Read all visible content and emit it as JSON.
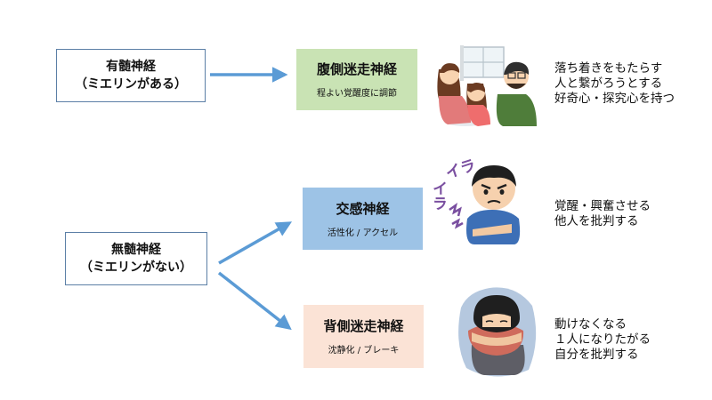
{
  "nodes": {
    "myelinated": {
      "title": "有髄神経",
      "subtitle": "（ミエリンがある）"
    },
    "unmyelinated": {
      "title": "無髄神経",
      "subtitle": "（ミエリンがない）"
    },
    "ventral_vagal": {
      "title": "腹側迷走神経",
      "subtitle": "程よい覚醒度に調節"
    },
    "sympathetic": {
      "title": "交感神経",
      "subtitle": "活性化 / アクセル"
    },
    "dorsal_vagal": {
      "title": "背側迷走神経",
      "subtitle": "沈静化 / ブレーキ"
    }
  },
  "descriptions": {
    "ventral_vagal": [
      "落ち着きをもたらす",
      "人と繋がろうとする",
      "好奇心・探究心を持つ"
    ],
    "sympathetic": [
      "覚醒・興奮させる",
      "他人を批判する"
    ],
    "dorsal_vagal": [
      "動けなくなる",
      "１人になりたがる",
      "自分を批判する"
    ]
  },
  "illustration_text": {
    "ira_1": "イラ",
    "ira_2": "イラ"
  },
  "colors": {
    "arrow": "#5b9bd5",
    "box_border": "#5b7fa6",
    "green_box": "#c9e3b4",
    "blue_box": "#9dc3e6",
    "peach_box": "#fbe3d6",
    "ira_purple": "#7a4fa0"
  }
}
